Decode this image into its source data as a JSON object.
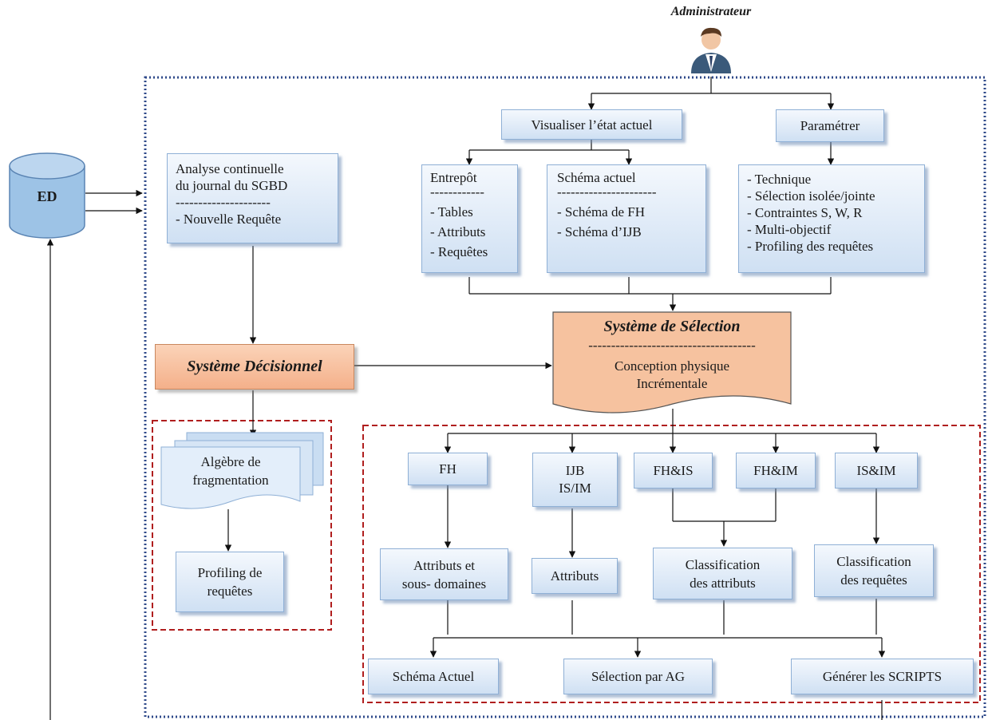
{
  "actor": {
    "label": "Administrateur"
  },
  "database": {
    "label": "ED"
  },
  "boxes": {
    "analyse": {
      "lines": [
        "Analyse continuelle",
        "du journal du SGBD",
        "---------------------",
        "- Nouvelle Requête"
      ]
    },
    "visualiser": {
      "label": "Visualiser l’état actuel"
    },
    "parametrer": {
      "label": "Paramétrer"
    },
    "entrepot": {
      "lines": [
        "Entrepôt",
        "------------",
        "- Tables",
        "- Attributs",
        "- Requêtes"
      ]
    },
    "schema_actuel": {
      "lines": [
        "Schéma actuel",
        "----------------------",
        "- Schéma de FH",
        "- Schéma d’IJB"
      ]
    },
    "parametres": {
      "lines": [
        "- Technique",
        "- Sélection isolée/jointe",
        "- Contraintes S, W, R",
        "- Multi-objectif",
        "- Profiling des requêtes"
      ]
    },
    "systeme_selection": {
      "title": "Système de Sélection",
      "sep": "-------------------------------------",
      "lines": [
        "Conception physique",
        "Incrémentale"
      ]
    },
    "systeme_decisionnel": {
      "title": "Système Décisionnel"
    },
    "algebre": {
      "lines": [
        "Algèbre de",
        "fragmentation"
      ]
    },
    "profiling_requetes": {
      "lines": [
        "Profiling de",
        "requêtes"
      ]
    },
    "fh": {
      "label": "FH"
    },
    "ijb": {
      "lines": [
        "IJB",
        "IS/IM"
      ]
    },
    "fh_is": {
      "label": "FH&IS"
    },
    "fh_im": {
      "label": "FH&IM"
    },
    "is_im": {
      "label": "IS&IM"
    },
    "attributs_sous_domaines": {
      "lines": [
        "Attributs et",
        "sous- domaines"
      ]
    },
    "attributs": {
      "label": "Attributs"
    },
    "classification_attributs": {
      "lines": [
        "Classification",
        "des attributs"
      ]
    },
    "classification_requetes": {
      "lines": [
        "Classification",
        "des requêtes"
      ]
    },
    "schema_actuel_out": {
      "label": "Schéma Actuel"
    },
    "selection_ag": {
      "label": "Sélection par AG"
    },
    "generer_scripts": {
      "label": "Générer les SCRIPTS"
    }
  },
  "colors": {
    "box_fill": "#cfe0f3",
    "box_border": "#8fb0d6",
    "highlight_fill": "#f4b08a",
    "outer_border": "#2f4a8a",
    "group_border": "#b01e1e",
    "db_fill": "#9dc3e6"
  }
}
